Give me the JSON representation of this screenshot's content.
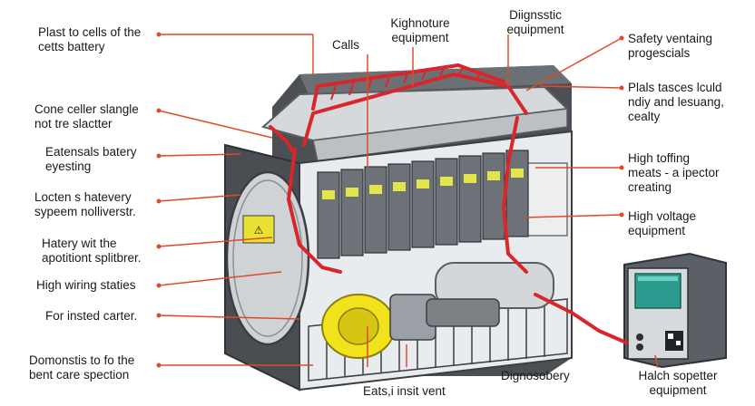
{
  "labels": {
    "left_1": "Plast to cells of the\ncetts battery",
    "left_2": "Cone celler slangle\nnot tre slactter",
    "left_3": "Eatensals batery\neyesting",
    "left_4": "Locten s hatevery\nsypeem nolliverstr.",
    "left_5": "Hatery wit the\napotitiont splitbrer.",
    "left_6": "High wiring staties",
    "left_7": "For insted carter.",
    "left_8": "Domonstis to fo the\nbent care spection",
    "top_calls": "Calls",
    "top_kighnoture": "Kighnoture\nequipment",
    "top_diagnostic": "Diignsstic\nequipment",
    "right_1": "Safety ventaing\nprogescials",
    "right_2": "Plals tasces lculd\nndiy and lesuang,\ncealty",
    "right_3": "High toffing\nmeats - a ipector\ncreating",
    "right_4": "High voltage\nequipment",
    "bottom_eats": "Eats,i insit vent",
    "bottom_diagnosobery": "Dignosobery",
    "bottom_halch": "Halch sopetter\nequipment"
  },
  "colors": {
    "leader_line": "#e04a2a",
    "cable": "#d8262b",
    "frame": "#5a5e63",
    "frame_dark": "#3f4247",
    "cell": "#6d7278",
    "cell_label": "#e3e64a",
    "yellow_part": "#f2e21b",
    "screen": "#2a9b8e"
  },
  "icons": {
    "warning_label": "warning-sign-icon",
    "qr_code": "qr-code-icon"
  }
}
